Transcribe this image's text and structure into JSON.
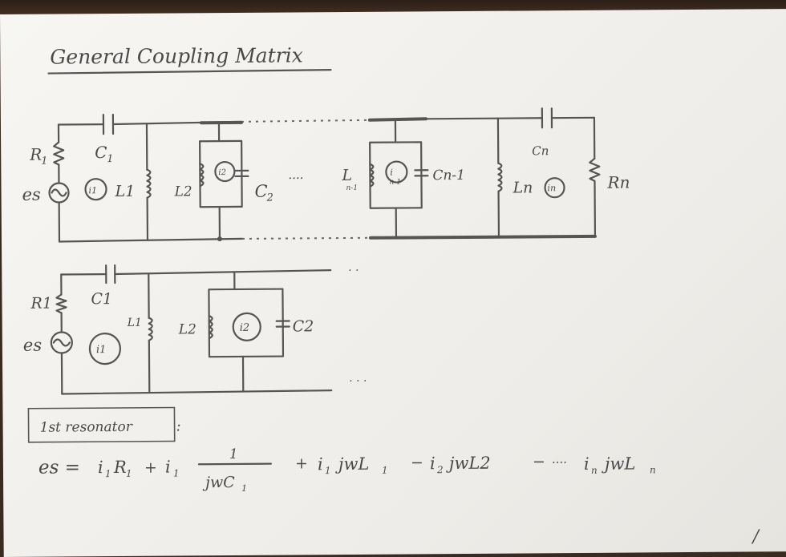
{
  "title": "General Coupling Matrix",
  "diagram1": {
    "R1": "R",
    "R1_sub": "1",
    "C1": "C",
    "C1_sub": "1",
    "es": "es",
    "i1": "i1",
    "L1": "L1",
    "L2": "L2",
    "i2": "i2",
    "C2": "C",
    "C2_sub": "2",
    "ellipsis": "····",
    "Ln1": "L",
    "Ln1_sub": "n-1",
    "in1": "i",
    "in1_sub": "n-1",
    "Cn1": "Cn-1",
    "Ln": "Ln",
    "in": "in",
    "Cn": "Cn",
    "Rn": "Rn"
  },
  "diagram2": {
    "R1": "R1",
    "C1": "C1",
    "es": "es",
    "i1": "i1",
    "L1": "L1",
    "L2": "L2",
    "i2": "i2",
    "C2": "C2",
    "dots_top": "· ·",
    "dots_bottom": "· · ·"
  },
  "equation": {
    "label": "1st resonator",
    "colon": ":",
    "lhs": "es =",
    "t1": "i",
    "t1_sub": "1",
    "t1_r": "R",
    "t1_r_sub": "1",
    "plus1": "+",
    "t2": "i",
    "t2_sub": "1",
    "frac_num": "1",
    "frac_den": "jwC",
    "frac_den_sub": "1",
    "plus2": "+",
    "t3": "i",
    "t3_sub": "1",
    "t3_rest": "jwL",
    "t3_rest_sub": "1",
    "minus1": "−",
    "t4": "i",
    "t4_sub": "2",
    "t4_rest": "jwL2",
    "minus2": "−",
    "dots": "····",
    "t5": "i",
    "t5_sub": "n",
    "t5_rest": "jwL",
    "t5_rest_sub": "n"
  },
  "corner_mark": "/"
}
